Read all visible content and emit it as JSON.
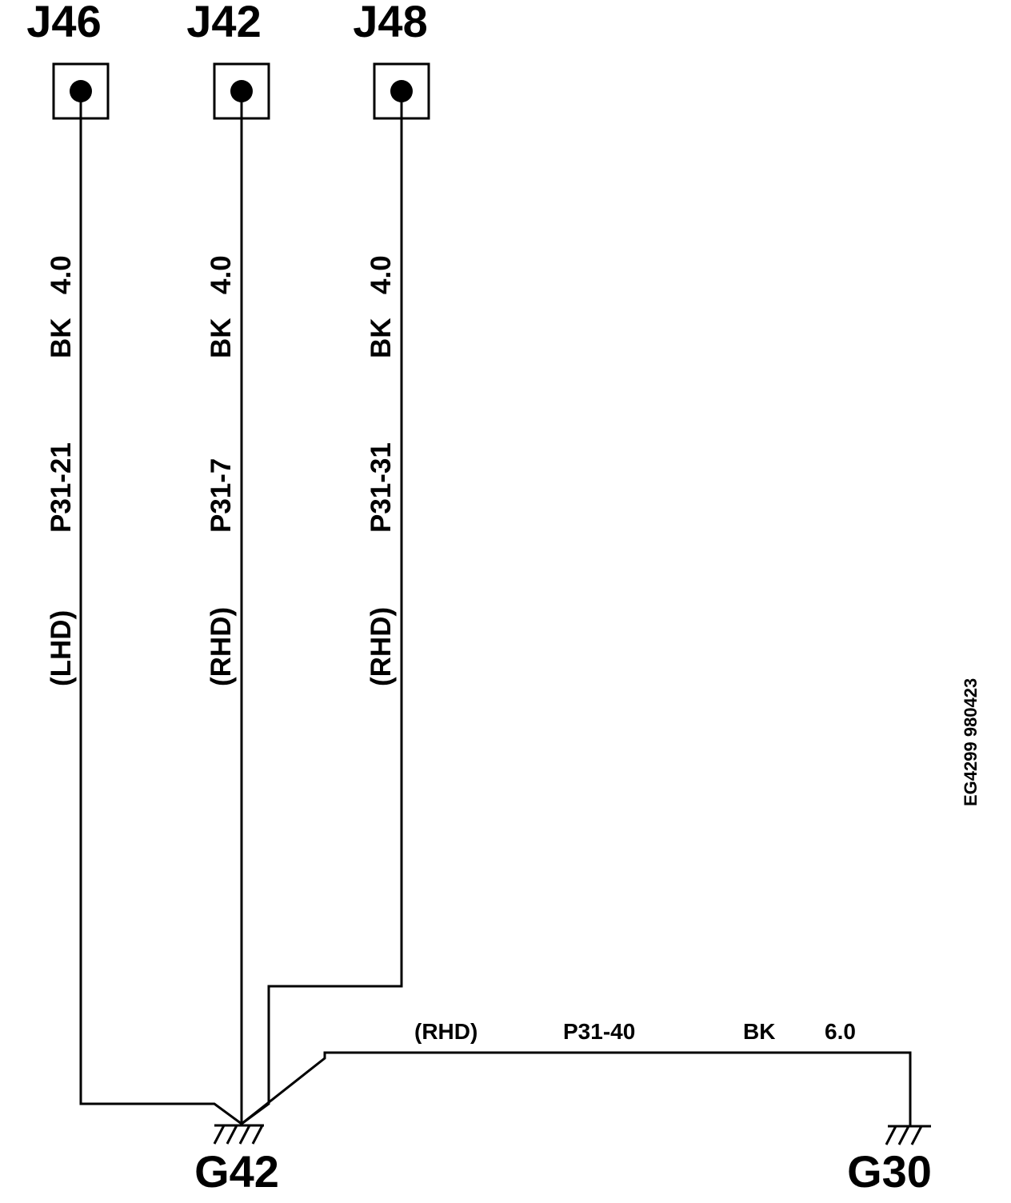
{
  "connectors": [
    {
      "id": "J46",
      "label": "J46",
      "side": "(LHD)",
      "circuit": "P31-21",
      "color": "BK",
      "gauge": "4.0"
    },
    {
      "id": "J42",
      "label": "J42",
      "side": "(RHD)",
      "circuit": "P31-7",
      "color": "BK",
      "gauge": "4.0"
    },
    {
      "id": "J48",
      "label": "J48",
      "side": "(RHD)",
      "circuit": "P31-31",
      "color": "BK",
      "gauge": "4.0"
    }
  ],
  "grounds": [
    {
      "id": "G42",
      "label": "G42"
    },
    {
      "id": "G30",
      "label": "G30"
    }
  ],
  "bottom_wire": {
    "side": "(RHD)",
    "circuit": "P31-40",
    "color": "BK",
    "gauge": "6.0"
  },
  "reference": "EG4299 980423",
  "colors": {
    "ink": "#000000",
    "background": "#ffffff"
  }
}
